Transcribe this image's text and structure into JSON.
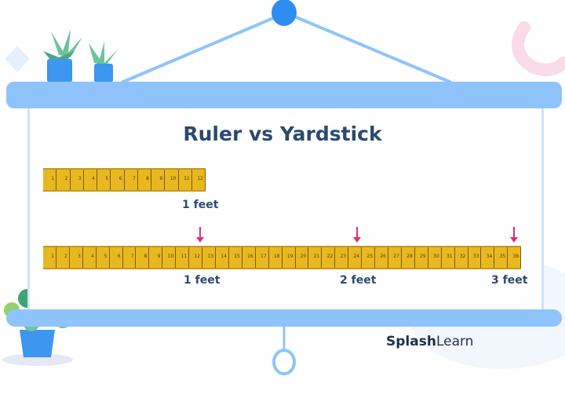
{
  "title": "Ruler vs Yardstick",
  "ruler": {
    "label": "1 feet",
    "inches": [
      "1",
      "2",
      "3",
      "4",
      "5",
      "6",
      "7",
      "8",
      "9",
      "10",
      "11",
      "12"
    ]
  },
  "yardstick": {
    "inches": [
      "1",
      "2",
      "3",
      "4",
      "5",
      "6",
      "7",
      "8",
      "9",
      "10",
      "11",
      "12",
      "13",
      "14",
      "15",
      "16",
      "17",
      "18",
      "19",
      "20",
      "21",
      "22",
      "23",
      "24",
      "25",
      "26",
      "27",
      "28",
      "29",
      "30",
      "31",
      "32",
      "33",
      "34",
      "35",
      "36"
    ],
    "labels": [
      "1 feet",
      "2 feet",
      "3 feet"
    ],
    "markers_at_inches": [
      12,
      24,
      36
    ]
  },
  "brand": {
    "bold": "Splash",
    "regular": "Learn"
  },
  "colors": {
    "bar": "#8ec4fb",
    "ruler": "#e8b820",
    "arrow": "#e0307a",
    "text": "#2b4a6f"
  }
}
